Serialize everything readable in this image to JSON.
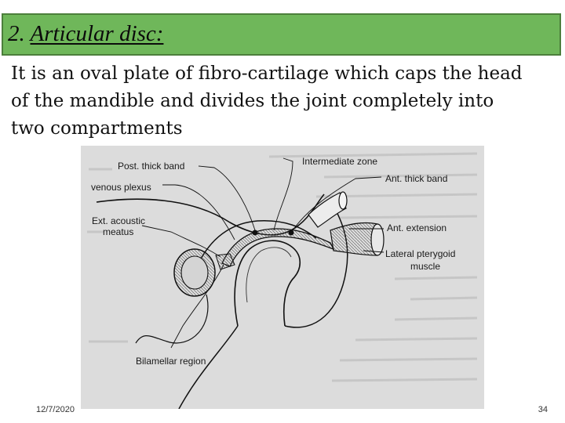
{
  "slide": {
    "title_number": "2.",
    "title_text": "Articular disc:",
    "body": "It is an oval plate of fibro-cartilage which caps the head of the mandible and divides the joint completely into two compartments",
    "date": "12/7/2020",
    "page": "34"
  },
  "figure": {
    "labels": {
      "post_thick_band": "Post. thick band",
      "venous_plexus": "venous plexus",
      "ext_acoustic_1": "Ext. acoustic",
      "ext_acoustic_2": "meatus",
      "intermediate_zone": "Intermediate zone",
      "ant_thick_band": "Ant. thick band",
      "ant_extension": "Ant. extension",
      "lateral_pterygoid_1": "Lateral pterygoid",
      "lateral_pterygoid_2": "muscle",
      "bilamellar_region": "Bilamellar region"
    }
  },
  "colors": {
    "title_bar": "#6fb75a",
    "title_border": "#4c7f3c",
    "figure_bg": "#dcdcdc"
  }
}
